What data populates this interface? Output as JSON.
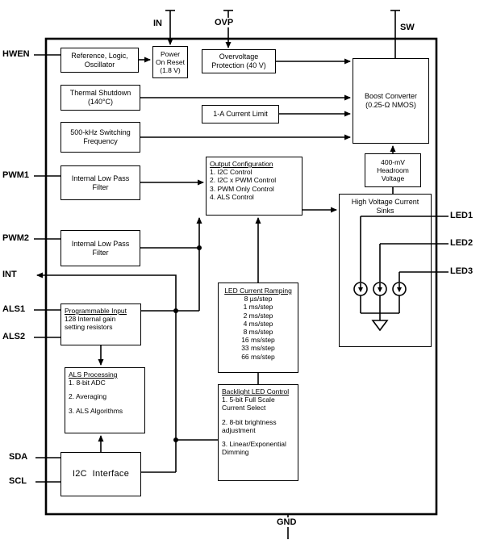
{
  "diagram": {
    "pins": {
      "hwen": "HWEN",
      "in": "IN",
      "ovp": "OVP",
      "sw": "SW",
      "pwm1": "PWM1",
      "pwm2": "PWM2",
      "int": "INT",
      "als1": "ALS1",
      "als2": "ALS2",
      "sda": "SDA",
      "scl": "SCL",
      "led1": "LED1",
      "led2": "LED2",
      "led3": "LED3",
      "gnd": "GND"
    },
    "blocks": {
      "reference_logic_oscillator": {
        "label": "Reference, Logic,\nOscillator"
      },
      "power_on_reset": {
        "label": "Power\nOn Reset\n(1.8 V)"
      },
      "overvoltage_protection": {
        "label": "Overvoltage\nProtection (40 V)"
      },
      "thermal_shutdown": {
        "label": "Thermal Shutdown\n(140°C)"
      },
      "current_limit": {
        "label": "1-A Current Limit"
      },
      "switching_frequency": {
        "label": "500-kHz Switching\nFrequency"
      },
      "boost_converter": {
        "label": "Boost Converter\n(0.25-Ω NMOS)"
      },
      "headroom_voltage": {
        "label": "400-mV\nHeadroom\nVoltage"
      },
      "lpf_pwm1": {
        "label": "Internal Low Pass\nFilter"
      },
      "lpf_pwm2": {
        "label": "Internal Low Pass\nFilter"
      },
      "output_configuration": {
        "title": "Output Configuration",
        "items": [
          "1. I2C Control",
          "2. I2C x PWM Control",
          "3. PWM Only Control",
          "4. ALS Control"
        ]
      },
      "high_voltage_current_sinks": {
        "title": "High Voltage Current\nSinks"
      },
      "programmable_input": {
        "title": "Programmable Input",
        "subtitle": "128 Internal gain\nsetting resistors"
      },
      "led_current_ramping": {
        "title": "LED Current Ramping",
        "items": [
          "8 µs/step",
          "1 ms/step",
          "2 ms/step",
          "4 ms/step",
          "8 ms/step",
          "16 ms/step",
          "33 ms/step",
          "66 ms/step"
        ]
      },
      "als_processing": {
        "title": "ALS Processing",
        "items": [
          "1. 8-bit ADC",
          "2. Averaging",
          "3. ALS Algorithms"
        ]
      },
      "backlight_led_control": {
        "title": "Backlight LED Control",
        "items": [
          "1. 5-bit Full Scale\nCurrent Select",
          "2. 8-bit brightness\nadjustment",
          "3. Linear/Exponential\nDimming"
        ]
      },
      "i2c_interface": {
        "label": "I2C  Interface"
      }
    },
    "colors": {
      "line": "#000000",
      "background": "#ffffff"
    }
  }
}
